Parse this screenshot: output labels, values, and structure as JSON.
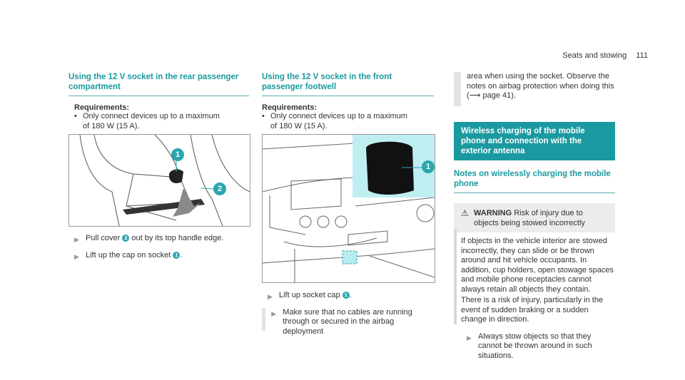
{
  "header": {
    "section": "Seats and stowing",
    "page": "111"
  },
  "col1": {
    "heading": "Using the 12 V socket in the rear passenger compartment",
    "req_title": "Requirements:",
    "req_items": [
      "Only connect devices up to a maximum of 180 W (15 A)."
    ],
    "figure_labels": [
      "1",
      "2"
    ],
    "steps": [
      {
        "pre": "Pull cover ",
        "num": "2",
        "post": " out by its top handle edge."
      },
      {
        "pre": "Lift up the cap on socket ",
        "num": "1",
        "post": "."
      }
    ]
  },
  "col2": {
    "heading": "Using the 12 V socket in the front passenger footwell",
    "req_title": "Requirements:",
    "req_items": [
      "Only connect devices up to a maximum of 180 W (15 A)."
    ],
    "figure_labels": [
      "1"
    ],
    "steps": [
      {
        "pre": "Lift up socket cap ",
        "num": "1",
        "post": "."
      },
      {
        "pre": "Make sure that no cables are running through or secured in the airbag deployment",
        "num": "",
        "post": ""
      }
    ]
  },
  "col3": {
    "continued": "area when using the socket. Observe the notes on airbag protection when doing this (",
    "page_ref": "page 41).",
    "banner": "Wireless charging of the mobile phone and connection with the exterior antenna",
    "subheading": "Notes on wirelessly charging the mobile phone",
    "warning_label": "WARNING",
    "warning_text": "Risk of injury due to objects being stowed incorrectly",
    "para1": "If objects in the vehicle interior are stowed incorrectly, they can slide or be thrown around and hit vehicle occupants. In addition, cup holders, open stowage spaces and mobile phone receptacles cannot always retain all objects they contain.",
    "para2": "There is a risk of injury, particularly in the event of sudden braking or a sudden change in direction.",
    "step": "Always stow objects so that they cannot be thrown around in such situations."
  },
  "colors": {
    "teal": "#1a9aa0",
    "badge": "#2aa7ad",
    "warn_bg": "#ececec"
  }
}
